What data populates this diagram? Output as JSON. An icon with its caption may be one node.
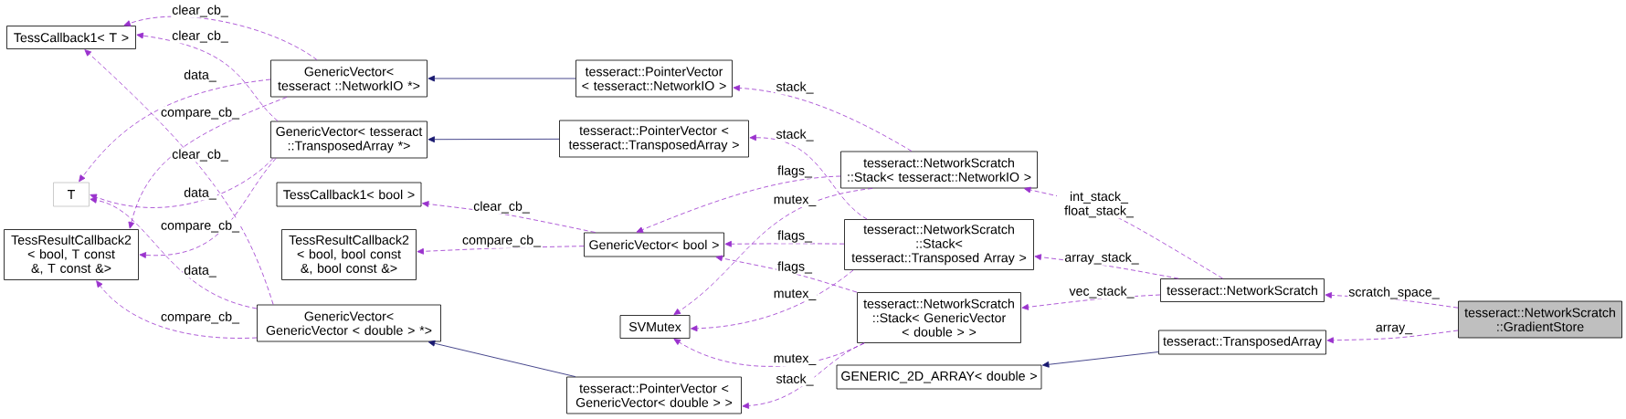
{
  "diagram": {
    "nodes": [
      {
        "text": [
          "TessCallback1< T >"
        ]
      },
      {
        "text": [
          "GenericVector< tesseract ::NetworkIO *>"
        ]
      },
      {
        "text": [
          "tesseract::PointerVector < tesseract::NetworkIO >"
        ]
      },
      {
        "text": [
          "GenericVector< tesseract ::TransposedArray *>"
        ]
      },
      {
        "text": [
          "tesseract::PointerVector < tesseract::TransposedArray >"
        ]
      },
      {
        "text": [
          "T"
        ]
      },
      {
        "text": [
          "TessCallback1< bool >"
        ]
      },
      {
        "text": [
          "TessResultCallback2 < bool, T const &, T const &>"
        ]
      },
      {
        "text": [
          "TessResultCallback2 < bool, bool const &, bool const &>"
        ]
      },
      {
        "text": [
          "GenericVector< bool >"
        ]
      },
      {
        "text": [
          "SVMutex"
        ]
      },
      {
        "text": [
          "GenericVector< GenericVector < double > *>"
        ]
      },
      {
        "text": [
          "tesseract::PointerVector < GenericVector< double > >"
        ]
      },
      {
        "text": [
          "tesseract::NetworkScratch ::Stack< tesseract::NetworkIO >"
        ]
      },
      {
        "text": [
          "tesseract::NetworkScratch ::Stack< tesseract::Transposed Array >"
        ]
      },
      {
        "text": [
          "tesseract::NetworkScratch ::Stack< GenericVector < double > >"
        ]
      },
      {
        "text": [
          "GENERIC_2D_ARRAY< double >"
        ]
      },
      {
        "text": [
          "tesseract::NetworkScratch"
        ]
      },
      {
        "text": [
          "tesseract::TransposedArray"
        ]
      },
      {
        "text": [
          "tesseract::NetworkScratch ::GradientStore"
        ]
      }
    ],
    "edges": [
      {
        "from": 1,
        "to": 0,
        "arrow": "to",
        "label": "clear_cb_",
        "style": "dashed"
      },
      {
        "from": 3,
        "to": 0,
        "arrow": "to",
        "label": "clear_cb_",
        "style": "dashed"
      },
      {
        "from": 1,
        "to": 5,
        "arrow": "to",
        "label": "data_",
        "style": "dashed"
      },
      {
        "from": 1,
        "to": 7,
        "arrow": "to",
        "label": "compare_cb_",
        "style": "dashed"
      },
      {
        "from": 11,
        "to": 0,
        "arrow": "to",
        "label": "clear_cb_",
        "style": "dashed"
      },
      {
        "from": 3,
        "to": 5,
        "arrow": "to",
        "label": "data_",
        "style": "dashed"
      },
      {
        "from": 3,
        "to": 7,
        "arrow": "to",
        "label": "compare_cb_",
        "style": "dashed"
      },
      {
        "from": 11,
        "to": 5,
        "arrow": "to",
        "label": "data_",
        "style": "dashed"
      },
      {
        "from": 11,
        "to": 7,
        "arrow": "to",
        "label": "compare_cb_",
        "style": "dashed"
      },
      {
        "from": 9,
        "to": 6,
        "arrow": "to",
        "label": "clear_cb_",
        "style": "dashed"
      },
      {
        "from": 9,
        "to": 8,
        "arrow": "to",
        "label": "compare_cb_",
        "style": "dashed"
      },
      {
        "from": 2,
        "to": 1,
        "arrow": "to",
        "color": "#191970"
      },
      {
        "from": 4,
        "to": 3,
        "arrow": "to",
        "color": "#191970"
      },
      {
        "from": 12,
        "to": 11,
        "arrow": "to",
        "color": "#191970"
      },
      {
        "from": 13,
        "to": 2,
        "arrow": "to",
        "label": "stack_",
        "style": "dashed"
      },
      {
        "from": 14,
        "to": 4,
        "arrow": "to",
        "label": "stack_",
        "style": "dashed"
      },
      {
        "from": 13,
        "to": 9,
        "arrow": "to",
        "label": "flags_",
        "style": "dashed"
      },
      {
        "from": 13,
        "to": 10,
        "arrow": "to",
        "label": "mutex_",
        "style": "dashed"
      },
      {
        "from": 14,
        "to": 9,
        "arrow": "to",
        "label": "flags_",
        "style": "dashed"
      },
      {
        "from": 15,
        "to": 9,
        "arrow": "to",
        "label": "flags_",
        "style": "dashed"
      },
      {
        "from": 14,
        "to": 10,
        "arrow": "to",
        "label": "mutex_",
        "style": "dashed"
      },
      {
        "from": 15,
        "to": 10,
        "arrow": "to",
        "label": "mutex_",
        "style": "dashed"
      },
      {
        "from": 15,
        "to": 12,
        "arrow": "to",
        "label": "stack_",
        "style": "dashed"
      },
      {
        "from": 17,
        "to": 13,
        "arrow": "to",
        "label": "int_stack_ float_stack_",
        "style": "dashed"
      },
      {
        "from": 17,
        "to": 14,
        "arrow": "to",
        "label": "array_stack_",
        "style": "dashed"
      },
      {
        "from": 17,
        "to": 15,
        "arrow": "to",
        "label": "vec_stack_",
        "style": "dashed"
      },
      {
        "from": 19,
        "to": 17,
        "arrow": "to",
        "label": "scratch_space_",
        "style": "dashed"
      },
      {
        "from": 19,
        "to": 18,
        "arrow": "to",
        "label": "array_",
        "style": "dashed"
      },
      {
        "from": 18,
        "to": 16,
        "arrow": "to",
        "color": "#191970"
      }
    ]
  }
}
